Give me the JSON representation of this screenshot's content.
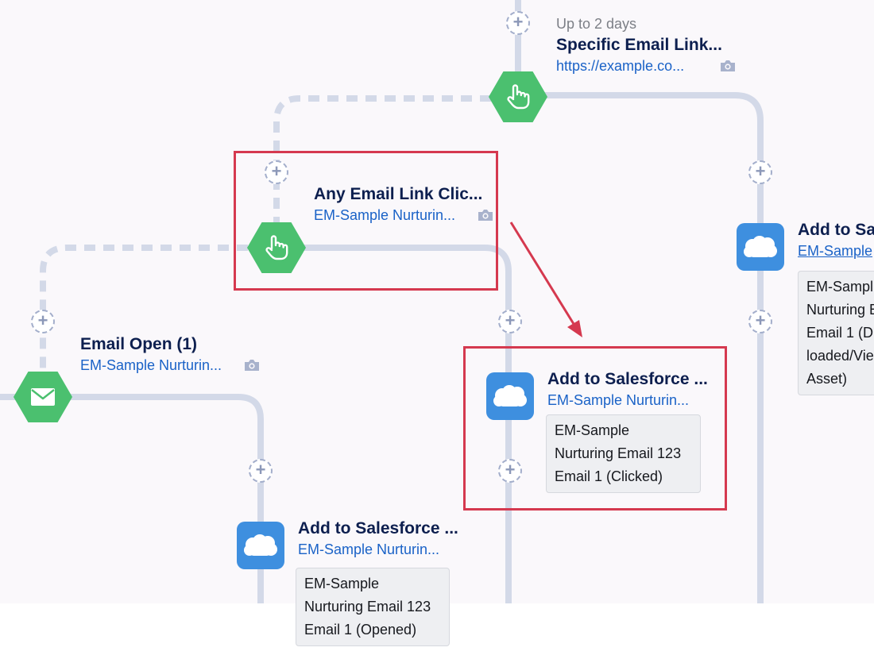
{
  "nodes": {
    "specific_link": {
      "delay": "Up to 2 days",
      "title": "Specific Email Link...",
      "subtitle": "https://example.co..."
    },
    "any_link": {
      "title": "Any Email Link Clic...",
      "subtitle": "EM-Sample Nurturin..."
    },
    "email_open": {
      "title": "Email Open (1)",
      "subtitle": "EM-Sample Nurturin..."
    },
    "add_sf_clicked": {
      "title": "Add to Salesforce ...",
      "subtitle": "EM-Sample Nurturin...",
      "note": [
        "EM-Sample",
        "Nurturing Email 123",
        "Email 1 (Clicked)"
      ]
    },
    "add_sf_opened": {
      "title": "Add to Salesforce ...",
      "subtitle": "EM-Sample Nurturin...",
      "note": [
        "EM-Sample",
        "Nurturing Email 123",
        "Email 1 (Opened)"
      ]
    },
    "add_sf_right": {
      "title": "Add to Sa",
      "subtitle": "EM-Sample",
      "note": [
        "EM-Sampl",
        "Nurturing E",
        "Email 1 (D",
        "loaded/Vie",
        "Asset)"
      ]
    }
  },
  "icons": {
    "add_step": "plus-icon",
    "click_trigger": "pointer-hand-icon",
    "email_trigger": "envelope-icon",
    "salesforce": "salesforce-cloud-icon",
    "preview": "camera-icon"
  },
  "colors": {
    "trigger_green": "#4bc06f",
    "salesforce_blue": "#3e8fdf",
    "highlight_red": "#d5394f",
    "connector": "#d3d9e8",
    "title_navy": "#0d1f4f",
    "link_blue": "#1a62c7"
  }
}
